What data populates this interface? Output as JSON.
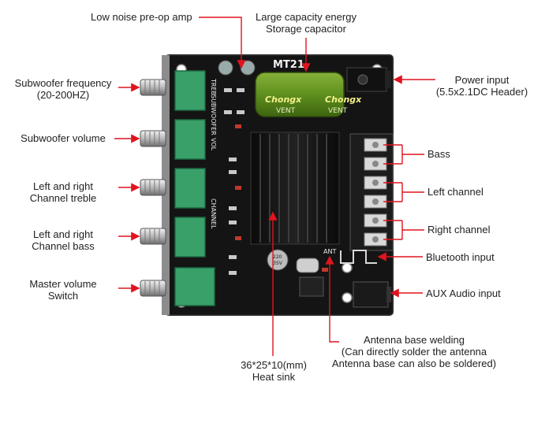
{
  "board": {
    "model": "MT21",
    "capacitor_brand": "Chongx",
    "capacitor_vent_left": "VENT",
    "capacitor_vent_right": "VENT",
    "silk_treb": "TREB",
    "silk_subwoofer": "SUBWOOFER",
    "silk_vol": "VOL",
    "silk_channel": "CHANNEL",
    "silk_ant": "ANT",
    "small_cap": "220\n35V"
  },
  "labels": {
    "low_noise": "Low noise pre-op amp",
    "energy_cap_line1": "Large capacity energy",
    "energy_cap_line2": "Storage capacitor",
    "sub_freq_line1": "Subwoofer frequency",
    "sub_freq_line2": "(20-200HZ)",
    "sub_volume": "Subwoofer volume",
    "lr_treble_line1": "Left and right",
    "lr_treble_line2": "Channel treble",
    "lr_bass_line1": "Left and right",
    "lr_bass_line2": "Channel bass",
    "master_line1": "Master volume",
    "master_line2": "Switch",
    "power_line1": "Power input",
    "power_line2": "(5.5x2.1DC Header)",
    "bass": "Bass",
    "left_channel": "Left channel",
    "right_channel": "Right channel",
    "bluetooth": "Bluetooth input",
    "aux": "AUX Audio input",
    "antenna_line1": "Antenna base welding",
    "antenna_line2": "(Can directly solder the antenna",
    "antenna_line3": "Antenna base can also be soldered)",
    "heatsink_line1": "36*25*10(mm)",
    "heatsink_line2": "Heat sink"
  },
  "colors": {
    "arrow_red": "#e0141e",
    "pcb_black": "#141414",
    "pot_green": "#3aa06a",
    "cap_green": "#5f8f1e"
  }
}
